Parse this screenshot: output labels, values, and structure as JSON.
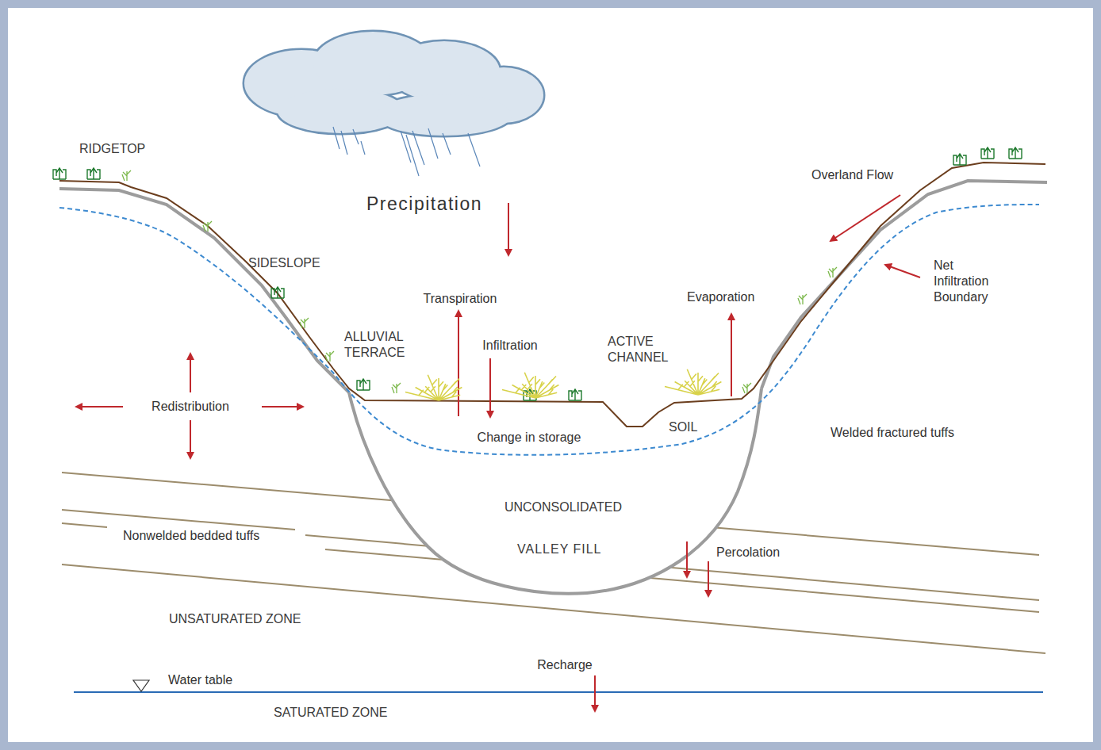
{
  "diagram": {
    "labels": [
      "RIDGETOP",
      "Precipitation",
      "Overland Flow",
      "SIDESLOPE",
      "Transpiration",
      "Evaporation",
      "Net Infiltration Boundary",
      "ALLUVIAL TERRACE",
      "Infiltration",
      "ACTIVE CHANNEL",
      "Redistribution",
      "Change in storage",
      "SOIL",
      "Welded fractured tuffs",
      "UNCONSOLIDATED",
      "Nonwelded bedded tuffs",
      "VALLEY FILL",
      "Percolation",
      "UNSATURATED ZONE",
      "Recharge",
      "Water table",
      "SATURATED ZONE"
    ]
  }
}
